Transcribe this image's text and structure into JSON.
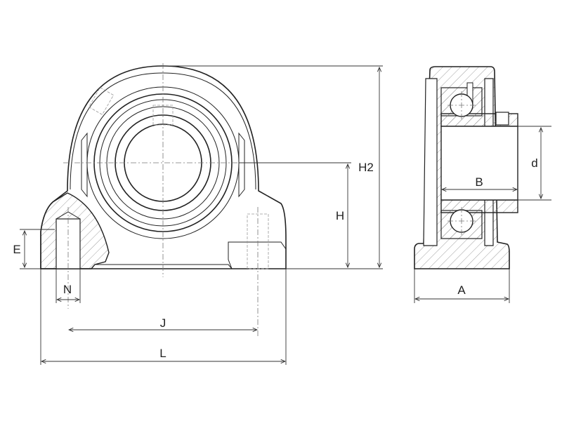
{
  "drawing": {
    "front_view": {
      "labels": {
        "E": "E",
        "N": "N",
        "J": "J",
        "L": "L",
        "H": "H",
        "H2": "H2"
      }
    },
    "side_view": {
      "labels": {
        "A": "A",
        "B": "B",
        "d": "d"
      }
    },
    "colors": {
      "line": "#222222",
      "background": "#ffffff"
    }
  }
}
